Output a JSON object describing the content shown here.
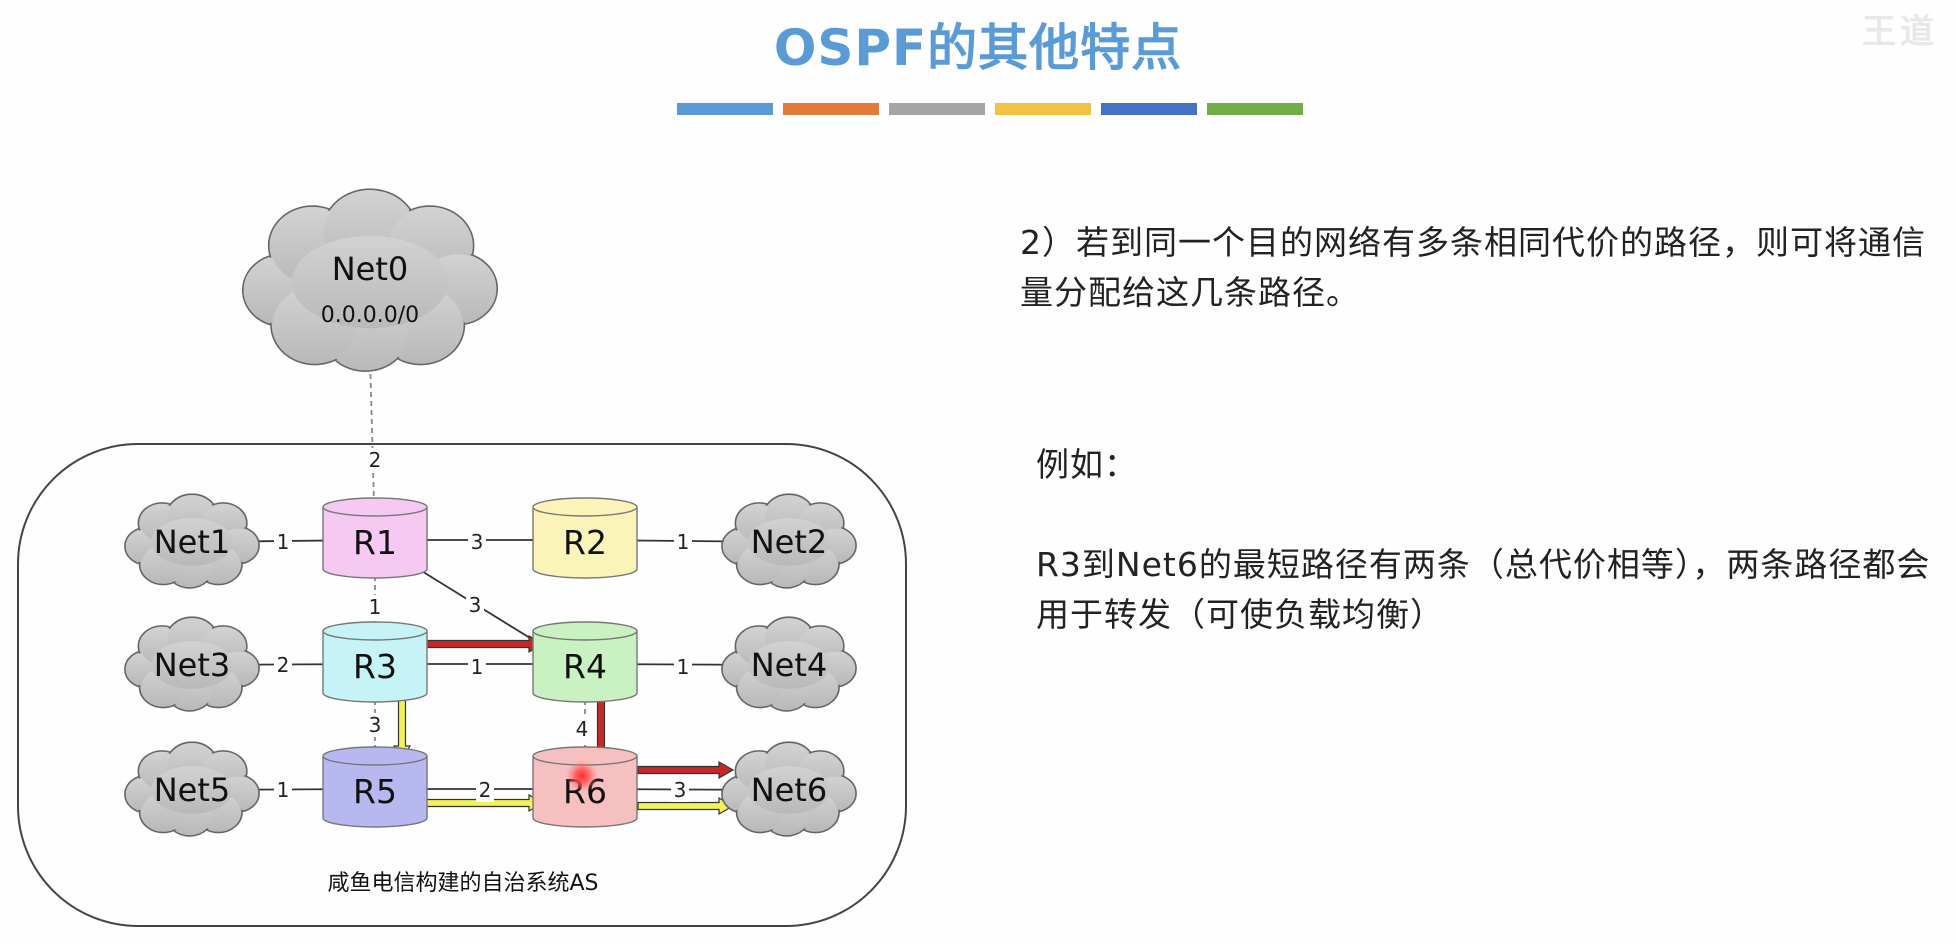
{
  "header": {
    "title": "OSPF的其他特点",
    "watermark": "王道",
    "color_bar": [
      "#5b9bd5",
      "#e07b39",
      "#a5a5a5",
      "#f4c242",
      "#4472c4",
      "#70ad47"
    ]
  },
  "diagram": {
    "as_caption": "咸鱼电信构建的自治系统AS",
    "clouds": [
      {
        "id": "net0",
        "label": "Net0",
        "sub": "0.0.0.0/0"
      },
      {
        "id": "net1",
        "label": "Net1"
      },
      {
        "id": "net2",
        "label": "Net2"
      },
      {
        "id": "net3",
        "label": "Net3"
      },
      {
        "id": "net4",
        "label": "Net4"
      },
      {
        "id": "net5",
        "label": "Net5"
      },
      {
        "id": "net6",
        "label": "Net6"
      }
    ],
    "routers": [
      {
        "id": "r1",
        "label": "R1",
        "color": "#f6c9f3"
      },
      {
        "id": "r2",
        "label": "R2",
        "color": "#fbf4b8"
      },
      {
        "id": "r3",
        "label": "R3",
        "color": "#c6f3f6"
      },
      {
        "id": "r4",
        "label": "R4",
        "color": "#c9f1c2"
      },
      {
        "id": "r5",
        "label": "R5",
        "color": "#b8b8f1"
      },
      {
        "id": "r6",
        "label": "R6",
        "color": "#f6c0c0"
      }
    ],
    "costs": {
      "net0_r1": "2",
      "net1_r1": "1",
      "r1_r2": "3",
      "r2_net2": "1",
      "r1_r3": "1",
      "r1_r4": "3",
      "net3_r3": "2",
      "r3_r4": "1",
      "r4_net4": "1",
      "r3_r5": "3",
      "r4_r6": "4",
      "net5_r5": "1",
      "r5_r6": "2",
      "r6_net6": "3"
    },
    "path_colors": {
      "path_red": "#c62828",
      "path_yellow": "#f2f25a"
    }
  },
  "text": {
    "para1": "2）若到同一个目的网络有多条相同代价的路径，则可将通信量分配给这几条路径。",
    "example": "例如：",
    "para2": "R3到Net6的最短路径有两条（总代价相等），两条路径都会用于转发（可使负载均衡）"
  }
}
